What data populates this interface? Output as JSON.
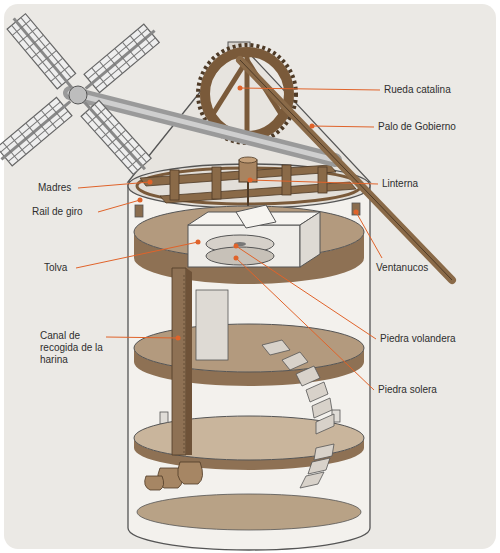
{
  "diagram": {
    "labels": [
      "Rueda catalina",
      "Palo de Gobierno",
      "Madres",
      "Linterna",
      "Rail de giro",
      "Ventanucos",
      "Tolva",
      "Canal de recogida de la harina",
      "Piedra volandera",
      "Piedra solera"
    ]
  }
}
